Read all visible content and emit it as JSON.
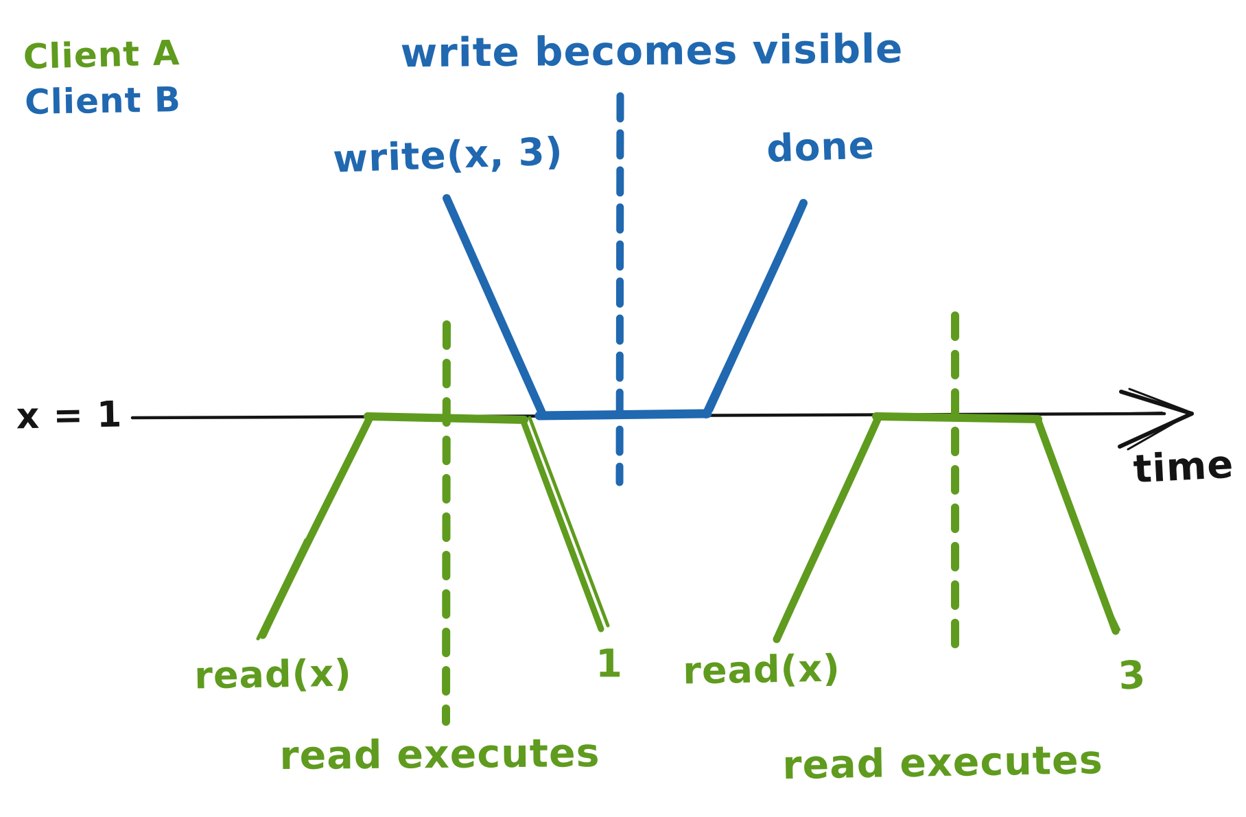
{
  "colors": {
    "client_a": "#5f9b1e",
    "client_b": "#2068b0",
    "axis": "#141414"
  },
  "legend": {
    "client_a": "Client A",
    "client_b": "Client B"
  },
  "axis": {
    "initial_value_label": "x = 1",
    "time_label": "time"
  },
  "write_op": {
    "visibility_annotation": "write becomes visible",
    "start_label": "write(x, 3)",
    "end_label": "done"
  },
  "reads": [
    {
      "call_label": "read(x)",
      "result": "1",
      "executes_annotation": "read executes"
    },
    {
      "call_label": "read(x)",
      "result": "3",
      "executes_annotation": "read executes"
    }
  ]
}
